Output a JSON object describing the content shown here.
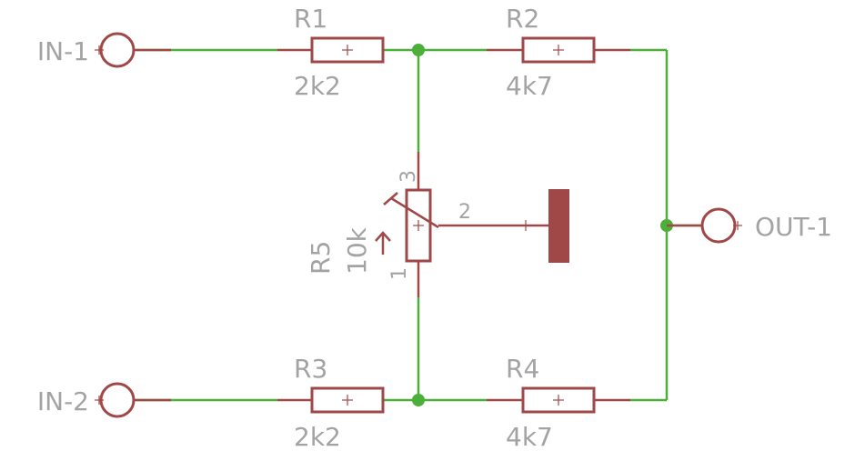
{
  "schematic": {
    "colors": {
      "wire": "#4caf3a",
      "part": "#a04848",
      "label": "#a3a3a3"
    },
    "inputs": [
      {
        "label": "IN-1"
      },
      {
        "label": "IN-2"
      }
    ],
    "output": {
      "label": "OUT-1"
    },
    "resistors": [
      {
        "name": "R1",
        "value": "2k2"
      },
      {
        "name": "R2",
        "value": "4k7"
      },
      {
        "name": "R3",
        "value": "2k2"
      },
      {
        "name": "R4",
        "value": "4k7"
      }
    ],
    "potentiometer": {
      "name": "R5",
      "value": "10k",
      "pins": {
        "one": "1",
        "two": "2",
        "three": "3"
      }
    }
  }
}
